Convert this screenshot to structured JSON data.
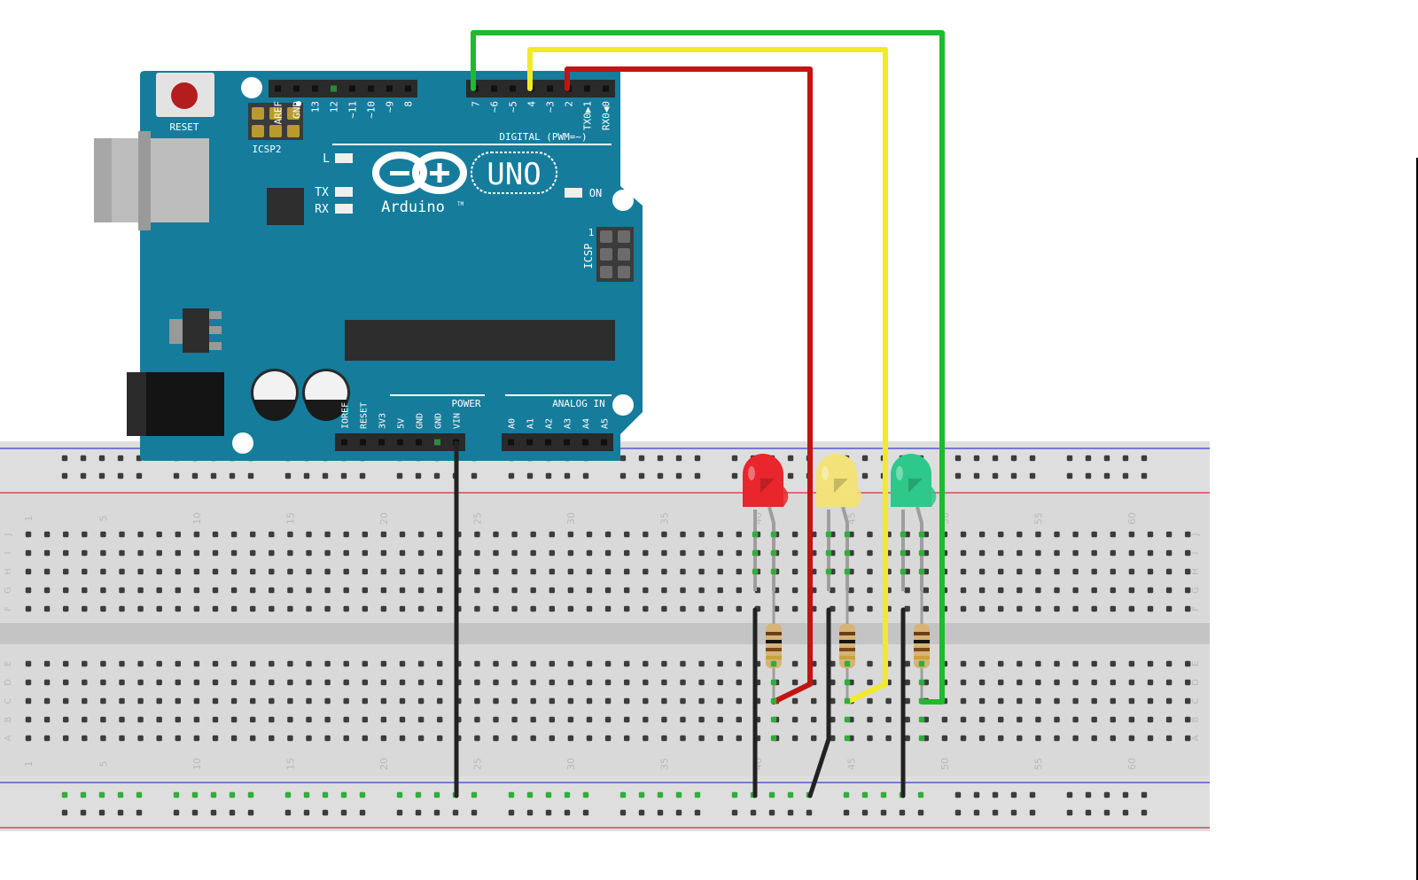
{
  "board": {
    "reset_label": "RESET",
    "icsp2_label": "ICSP2",
    "icsp_label": "ICSP",
    "icsp_pin1": "1",
    "uno_label": "UNO",
    "brand_label": "Arduino",
    "tm_label": "TM",
    "led_l_label": "L",
    "led_tx_label": "TX",
    "led_rx_label": "RX",
    "led_on_label": "ON",
    "digital_label": "DIGITAL (PWM=~)",
    "power_label": "POWER",
    "analog_label": "ANALOG IN",
    "digital_pins_left": [
      "AREF",
      "GND",
      "13",
      "12",
      "~11",
      "~10",
      "~9",
      "8"
    ],
    "digital_pins_right": [
      "7",
      "~6",
      "~5",
      "4",
      "~3",
      "2",
      "TX0▶1",
      "RX0◀0"
    ],
    "power_pins": [
      "IOREF",
      "RESET",
      "3V3",
      "5V",
      "GND",
      "GND",
      "VIN"
    ],
    "analog_pins": [
      "A0",
      "A1",
      "A2",
      "A3",
      "A4",
      "A5"
    ]
  },
  "breadboard": {
    "column_numbers": [
      "1",
      "5",
      "10",
      "15",
      "20",
      "25",
      "30",
      "35",
      "40",
      "45",
      "50",
      "55",
      "60"
    ],
    "rows_top": [
      "J",
      "I",
      "H",
      "G",
      "F"
    ],
    "rows_bottom": [
      "E",
      "D",
      "C",
      "B",
      "A"
    ]
  },
  "colors": {
    "board": "#157c9c",
    "wire_green": "#1fba2d",
    "wire_yellow": "#f2ea28",
    "wire_red": "#c21414",
    "wire_black": "#222222",
    "led_red": "#e8262c",
    "led_yellow": "#f3e27a",
    "led_green": "#2ec88a"
  },
  "components": {
    "leds": [
      {
        "name": "red",
        "color": "#e8262c",
        "column": 40
      },
      {
        "name": "yellow",
        "color": "#f3e27a",
        "column": 44
      },
      {
        "name": "green",
        "color": "#2ec88a",
        "column": 48
      }
    ]
  }
}
